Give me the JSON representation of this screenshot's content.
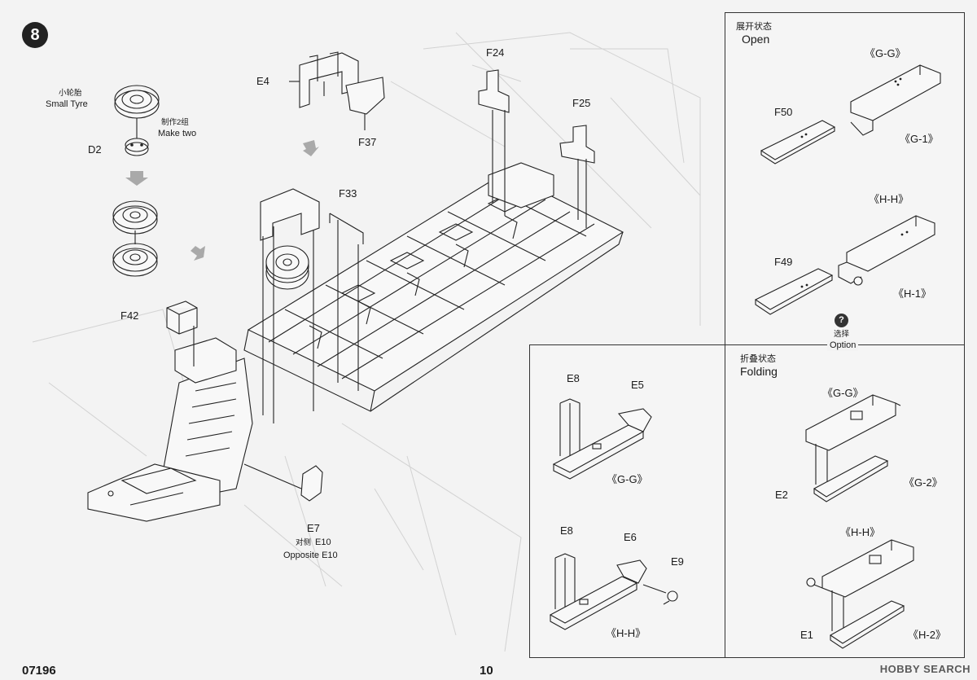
{
  "page": {
    "step": "8",
    "product_code": "07196",
    "page_number": "10",
    "watermark": "HOBBY SEARCH"
  },
  "main": {
    "labels": {
      "small_tyre_cn": "小轮胎",
      "small_tyre_en": "Small Tyre",
      "make_two_cn": "制作2组",
      "make_two_en": "Make two",
      "d2": "D2",
      "e4": "E4",
      "f37": "F37",
      "f24": "F24",
      "f25": "F25",
      "f33": "F33",
      "f42": "F42",
      "e7": "E7",
      "opposite_cn": "对侧",
      "e10": "E10",
      "opposite_en": "Opposite E10"
    }
  },
  "open_panel": {
    "title_cn": "展开状态",
    "title_en": "Open",
    "labels": {
      "gg": "《G-G》",
      "f50": "F50",
      "g1": "《G-1》",
      "hh": "《H-H》",
      "f49": "F49",
      "h1": "《H-1》"
    }
  },
  "option": {
    "cn": "选择",
    "en": "Option",
    "icon": "question-icon"
  },
  "middle_panel": {
    "labels": {
      "e8_top": "E8",
      "e5": "E5",
      "gg": "《G-G》",
      "e8_bottom": "E8",
      "e6": "E6",
      "e9": "E9",
      "hh": "《H-H》"
    }
  },
  "folding_panel": {
    "title_cn": "折叠状态",
    "title_en": "Folding",
    "labels": {
      "gg": "《G-G》",
      "e2": "E2",
      "g2": "《G-2》",
      "hh": "《H-H》",
      "e1": "E1",
      "h2": "《H-2》"
    }
  }
}
